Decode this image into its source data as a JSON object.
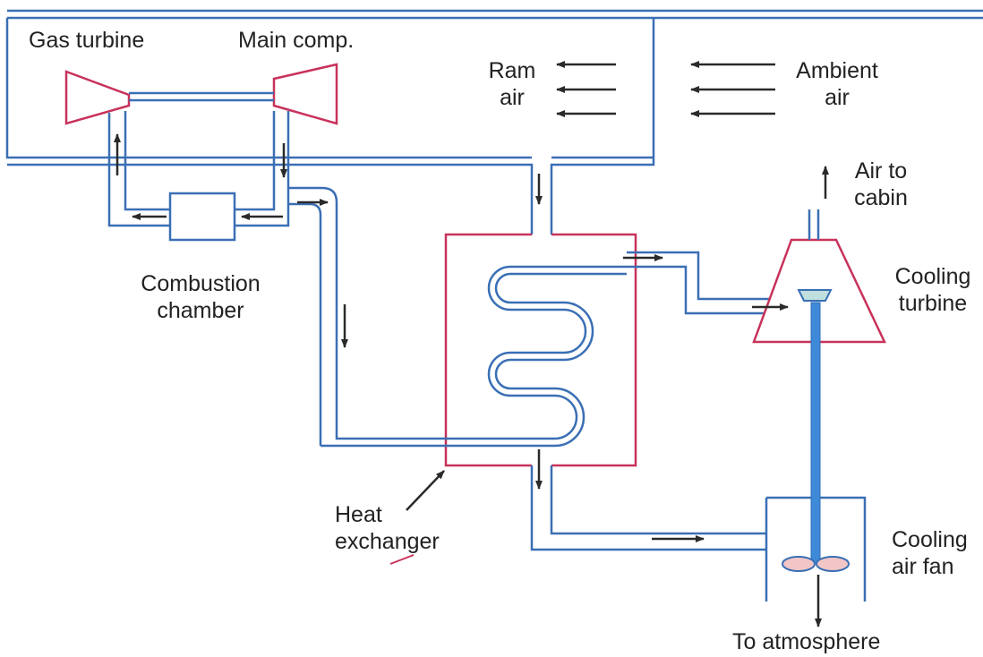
{
  "colors": {
    "pipe": "#3a6fb5",
    "component": "#c8325a",
    "arrow": "#2a2a2a",
    "shaft": "#3f8ad8",
    "turbine_wheel": "#bfe0df",
    "fan_blade": "#f2c6c6",
    "background": "#ffffff"
  },
  "labels": {
    "gas_turbine": "Gas turbine",
    "main_comp": "Main comp.",
    "ram_air_line1": "Ram",
    "ram_air_line2": "air",
    "ambient_air_line1": "Ambient",
    "ambient_air_line2": "air",
    "air_to_cabin_line1": "Air to",
    "air_to_cabin_line2": "cabin",
    "cooling_turbine_line1": "Cooling",
    "cooling_turbine_line2": "turbine",
    "combustion_line1": "Combustion",
    "combustion_line2": "chamber",
    "heat_exchanger_line1": "Heat",
    "heat_exchanger_line2": "exchanger",
    "cooling_fan_line1": "Cooling",
    "cooling_fan_line2": "air fan",
    "to_atmosphere": "To atmosphere"
  }
}
